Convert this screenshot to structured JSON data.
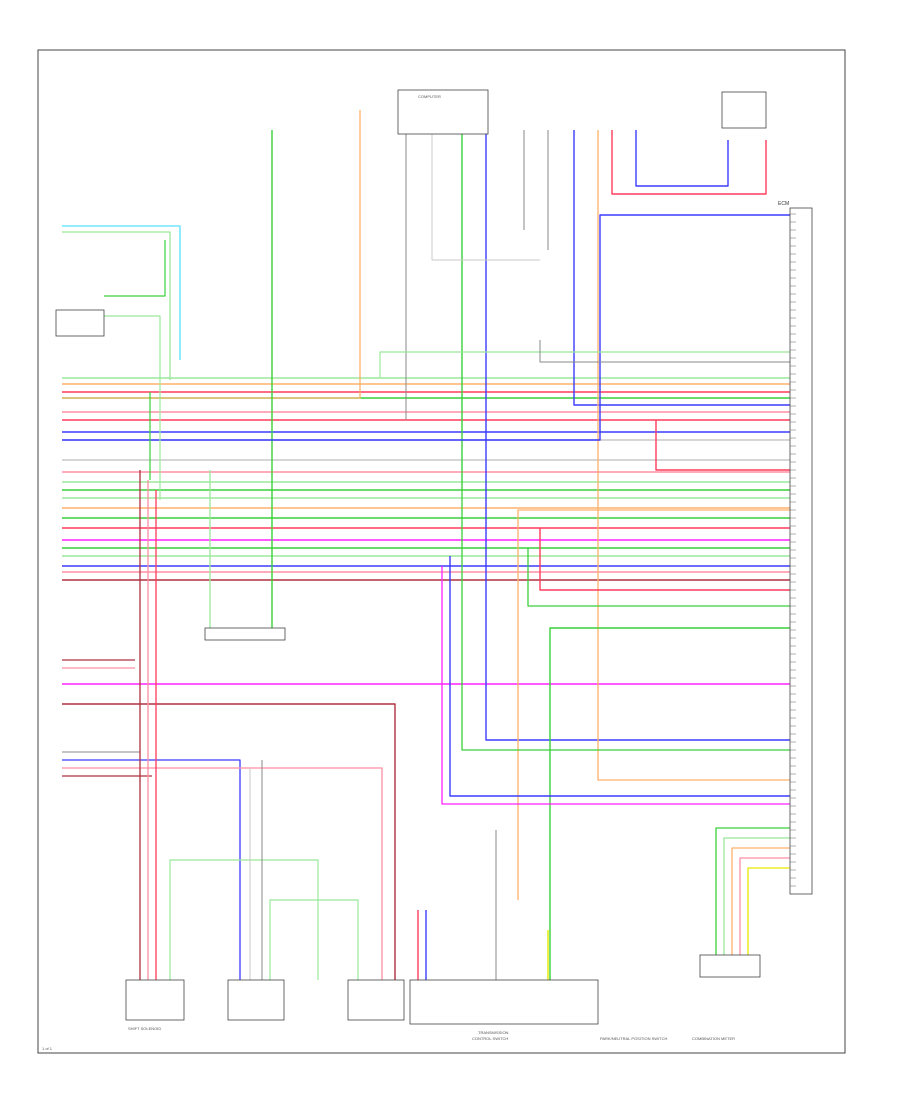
{
  "diagram": {
    "page_number": "1 of 1",
    "components": {
      "computer_top": "COMPUTER",
      "transmission_ecu": "TRANSMISSION",
      "transmission_sub": "CONTROL SWITCH",
      "ecm_top": "ECM",
      "shift_coil": "SHIFT SOLENOID",
      "combination_meter": "COMBINATION METER",
      "park_neutral": "PARK/NEUTRAL POSITION SWITCH"
    },
    "colors": {
      "red": "#ff3b5c",
      "pink": "#ff8fa3",
      "green": "#3ad13a",
      "lightgreen": "#9be89b",
      "blue": "#3b3bff",
      "magenta": "#ff22ff",
      "orange": "#ffb06a",
      "cyan": "#56e0ff",
      "darkred": "#b03040",
      "yellow": "#e8e800",
      "gray": "#8a8a8a",
      "lightgray": "#c8c8c8",
      "black": "#222222"
    }
  }
}
